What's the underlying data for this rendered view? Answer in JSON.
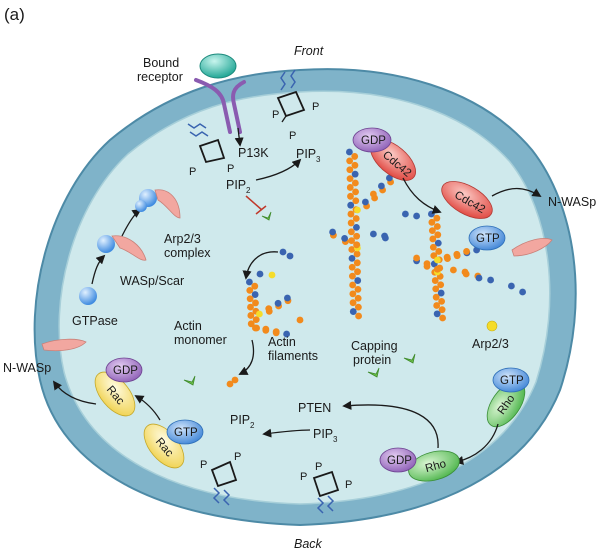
{
  "panel_label": "(a)",
  "orientation": {
    "front": "Front",
    "back": "Back"
  },
  "labels": {
    "bound_receptor_1": "Bound",
    "bound_receptor_2": "receptor",
    "p13k": "P13K",
    "pip3_top": "PIP",
    "pip3_top_sub": "3",
    "pip2_top": "PIP",
    "pip2_top_sub": "2",
    "arp23_complex_1": "Arp2/3",
    "arp23_complex_2": "complex",
    "wasp_scar": "WASp/Scar",
    "gtpase": "GTPase",
    "nwasp_right": "N-WASp",
    "nwasp_left": "N-WASp",
    "actin_monomer_1": "Actin",
    "actin_monomer_2": "monomer",
    "actin_filaments_1": "Actin",
    "actin_filaments_2": "filaments",
    "capping_protein_1": "Capping",
    "capping_protein_2": "protein",
    "arp23_right": "Arp2/3",
    "pten": "PTEN",
    "pip2_bottom": "PIP",
    "pip2_bottom_sub": "2",
    "pip3_bottom": "PIP",
    "pip3_bottom_sub": "3",
    "phosphate": "P"
  },
  "proteins": {
    "gdp": "GDP",
    "gtp": "GTP",
    "cdc42": "Cdc42",
    "rac": "Rac",
    "rho": "Rho"
  },
  "colors": {
    "membrane": "#7fb3c9",
    "membrane_edge": "#4d8aa6",
    "cytoplasm": "#cfe9ec",
    "actin_orange": "#f28a1c",
    "actin_blue": "#3a64b0",
    "yellow_arp": "#f5dc2a",
    "gdp_purple": "#9b6fbf",
    "gtp_blue": "#4a8fdc",
    "cdc42_red": "#e85a54",
    "rac_yellow": "#f5e07a",
    "rho_green": "#6cc46a",
    "capping_green": "#6dbf4a",
    "receptor_purple": "#8a5bb0",
    "ligand_teal": "#36c2b4",
    "wasp_pink": "#f2a7a0"
  }
}
